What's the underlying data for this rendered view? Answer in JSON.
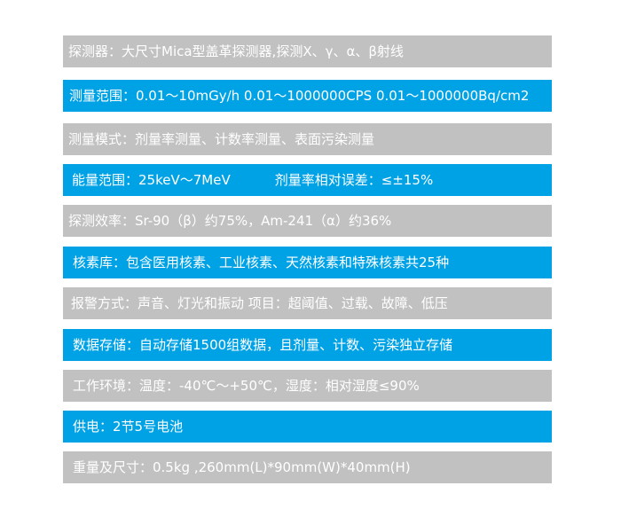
{
  "specs": [
    {
      "text": "探测器：大尺寸Mica型盖革探测器,探测X、γ、α、β射线",
      "color": "#c1c1c1"
    },
    {
      "text": "测量范围：0.01～10mGy/h 0.01～1000000CPS 0.01～1000000Bq/cm2",
      "color": "#00a2e6"
    },
    {
      "text": "测量模式：剂量率测量、计数率测量、表面污染测量",
      "color": "#c1c1c1"
    },
    {
      "text": "能量范围：25keV～7MeV",
      "text2": "剂量率相对误差：≤±15%",
      "color": "#00a2e6"
    },
    {
      "text": "探测效率：Sr-90（β）约75%，Am-241（α）约36%",
      "color": "#c1c1c1"
    },
    {
      "text": "核素库：包含医用核素、工业核素、天然核素和特殊核素共25种",
      "color": "#00a2e6"
    },
    {
      "text": "报警方式：声音、灯光和振动 项目：超阈值、过载、故障、低压",
      "color": "#c1c1c1"
    },
    {
      "text": "数据存储：自动存储1500组数据，且剂量、计数、污染独立存储",
      "color": "#00a2e6"
    },
    {
      "text": "工作环境：温度：-40℃～+50℃，湿度：相对湿度≤90%",
      "color": "#c1c1c1"
    },
    {
      "text": "供电：2节5号电池",
      "color": "#00a2e6"
    },
    {
      "text": "重量及尺寸：0.5kg ,260mm(L)*90mm(W)*40mm(H)",
      "color": "#c1c1c1"
    }
  ]
}
